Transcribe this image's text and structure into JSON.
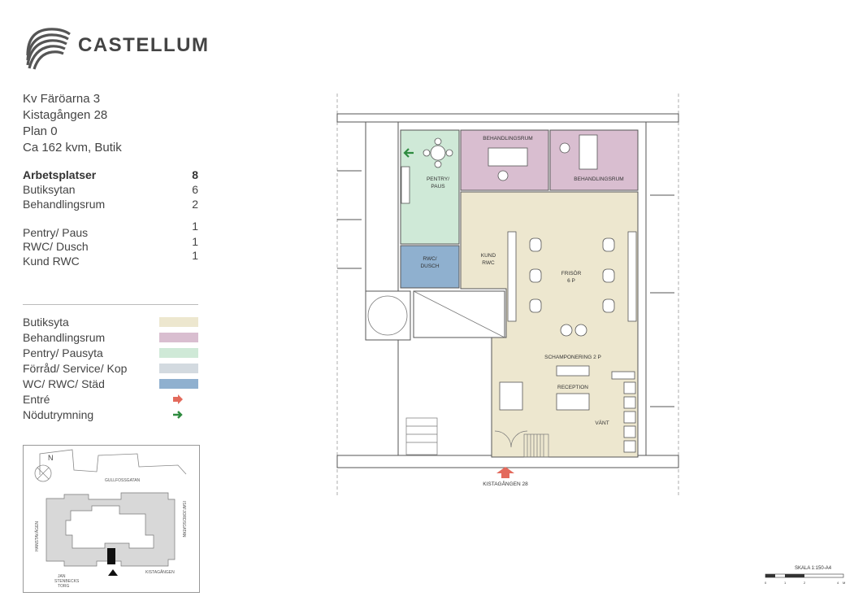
{
  "brand": {
    "name": "CASTELLUM",
    "logo_icon": "castellum-stripes-logo"
  },
  "property": {
    "lines": [
      "Kv Färöarna 3",
      "Kistagången 28",
      "Plan 0",
      "Ca 162 kvm, Butik"
    ]
  },
  "stats": {
    "primary": {
      "label": "Arbetsplatser",
      "value": "8"
    },
    "rows": [
      {
        "label": "Butiksytan",
        "value": "6"
      },
      {
        "label": "Behandlingsrum",
        "value": "2"
      },
      {
        "label": "Pentry/ Paus",
        "value": "1"
      },
      {
        "label": "RWC/ Dusch",
        "value": "1"
      },
      {
        "label": "Kund RWC",
        "value": "1"
      }
    ]
  },
  "legend": [
    {
      "label": "Butiksyta",
      "color": "#ede7cf"
    },
    {
      "label": "Behandlingsrum",
      "color": "#d9bed0"
    },
    {
      "label": "Pentry/ Pausyta",
      "color": "#cfe9d7"
    },
    {
      "label": "Förråd/ Service/ Kop",
      "color": "#d3dae0"
    },
    {
      "label": "WC/ RWC/ Städ",
      "color": "#8fb0cf"
    },
    {
      "label": "Entré",
      "color": "#e36a5c",
      "icon": "red-arrow-right-icon"
    },
    {
      "label": "Nödutrymning",
      "color": "#2e8b3f",
      "icon": "green-arrow-right-icon"
    }
  ],
  "keymap": {
    "north": "N",
    "streets": {
      "top": "GULLFOSSGATAN",
      "left": "HANSTAVÄGEN",
      "right": "ISAFJORDSGATAN",
      "bottom": "KISTAGÅNGEN",
      "square_line1": "JAN",
      "square_line2": "STENBECKS",
      "square_line3": "TORG"
    }
  },
  "plan": {
    "rooms": {
      "pentry_line1": "PENTRY/",
      "pentry_line2": "PAUS",
      "beh1": "BEHANDLINGSRUM",
      "beh2": "BEHANDLINGSRUM",
      "rwc_line1": "RWC/",
      "rwc_line2": "DUSCH",
      "kund_line1": "KUND",
      "kund_line2": "RWC",
      "frisor_line1": "FRISÖR",
      "frisor_line2": "6 P",
      "schamponering": "SCHAMPONERING 2 P",
      "reception": "RECEPTION",
      "vant": "VÄNT"
    },
    "entrance_street": "KISTAGÅNGEN 28"
  },
  "scale": {
    "label": "SKALA 1:150-A4",
    "ticks": [
      "0",
      "1",
      "2",
      "4",
      "M"
    ]
  }
}
